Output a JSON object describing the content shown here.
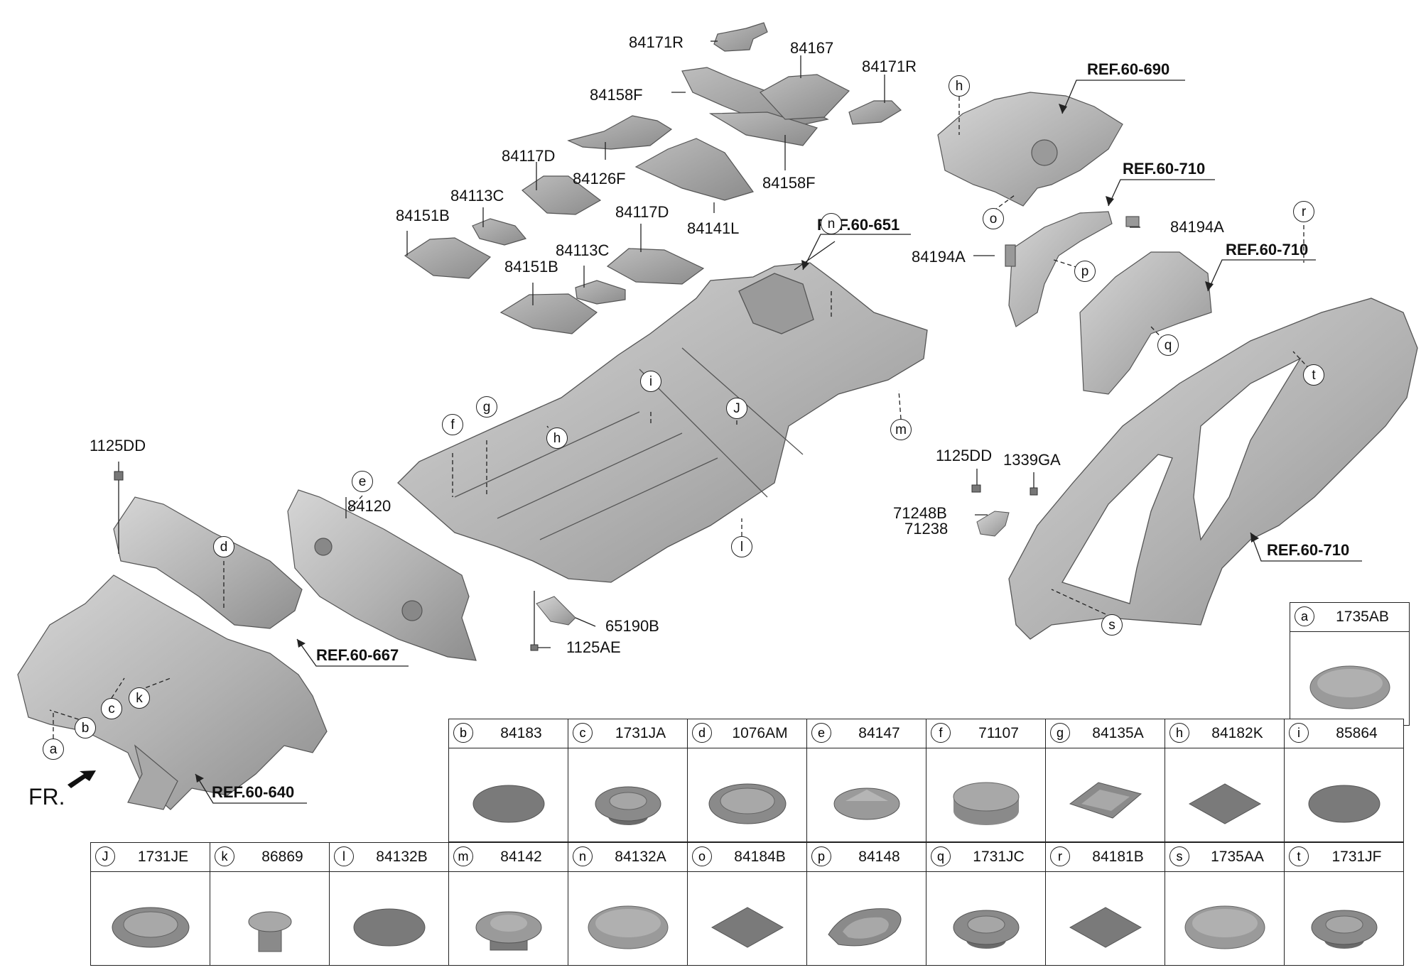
{
  "diagram": {
    "part_labels": [
      {
        "id": "84171R_top",
        "text": "84171R"
      },
      {
        "id": "84167",
        "text": "84167"
      },
      {
        "id": "84171R_right",
        "text": "84171R"
      },
      {
        "id": "84158F_left",
        "text": "84158F"
      },
      {
        "id": "84117D_top",
        "text": "84117D"
      },
      {
        "id": "84126F",
        "text": "84126F"
      },
      {
        "id": "84158F_right",
        "text": "84158F"
      },
      {
        "id": "84113C_top",
        "text": "84113C"
      },
      {
        "id": "84141L",
        "text": "84141L"
      },
      {
        "id": "84151B_top",
        "text": "84151B"
      },
      {
        "id": "84117D_mid",
        "text": "84117D"
      },
      {
        "id": "84113C_mid",
        "text": "84113C"
      },
      {
        "id": "84151B_mid",
        "text": "84151B"
      },
      {
        "id": "84194A_right",
        "text": "84194A"
      },
      {
        "id": "84194A_left",
        "text": "84194A"
      },
      {
        "id": "1125DD_left",
        "text": "1125DD"
      },
      {
        "id": "84120",
        "text": "84120"
      },
      {
        "id": "1125DD_right",
        "text": "1125DD"
      },
      {
        "id": "1339GA",
        "text": "1339GA"
      },
      {
        "id": "71248B",
        "text": "71248B"
      },
      {
        "id": "71238",
        "text": "71238"
      },
      {
        "id": "65190B",
        "text": "65190B"
      },
      {
        "id": "1125AE",
        "text": "1125AE"
      }
    ],
    "ref_labels": [
      {
        "id": "ref_690",
        "text": "REF.60-690"
      },
      {
        "id": "ref_710_a",
        "text": "REF.60-710"
      },
      {
        "id": "ref_710_b",
        "text": "REF.60-710"
      },
      {
        "id": "ref_651",
        "text": "REF.60-651"
      },
      {
        "id": "ref_710_c",
        "text": "REF.60-710"
      },
      {
        "id": "ref_667",
        "text": "REF.60-667"
      },
      {
        "id": "ref_640",
        "text": "REF.60-640"
      }
    ],
    "callouts": [
      "h",
      "o",
      "p",
      "q",
      "r",
      "t",
      "n",
      "i",
      "J",
      "g",
      "f",
      "h",
      "m",
      "e",
      "d",
      "l",
      "s",
      "c",
      "k",
      "b",
      "a"
    ],
    "direction_label": "FR."
  },
  "legend": {
    "items": [
      {
        "letter": "a",
        "part": "1735AB",
        "shape": "dome"
      },
      {
        "letter": "b",
        "part": "84183",
        "shape": "disc"
      },
      {
        "letter": "c",
        "part": "1731JA",
        "shape": "grommet"
      },
      {
        "letter": "d",
        "part": "1076AM",
        "shape": "ring-plug"
      },
      {
        "letter": "e",
        "part": "84147",
        "shape": "cone-plug"
      },
      {
        "letter": "f",
        "part": "71107",
        "shape": "cap"
      },
      {
        "letter": "g",
        "part": "84135A",
        "shape": "rect-plug"
      },
      {
        "letter": "h",
        "part": "84182K",
        "shape": "pad"
      },
      {
        "letter": "i",
        "part": "85864",
        "shape": "disc"
      },
      {
        "letter": "J",
        "part": "1731JE",
        "shape": "ring-plug"
      },
      {
        "letter": "k",
        "part": "86869",
        "shape": "clip"
      },
      {
        "letter": "l",
        "part": "84132B",
        "shape": "disc"
      },
      {
        "letter": "m",
        "part": "84142",
        "shape": "socket"
      },
      {
        "letter": "n",
        "part": "84132A",
        "shape": "dome"
      },
      {
        "letter": "o",
        "part": "84184B",
        "shape": "pad"
      },
      {
        "letter": "p",
        "part": "84148",
        "shape": "oval-plug"
      },
      {
        "letter": "q",
        "part": "1731JC",
        "shape": "grommet"
      },
      {
        "letter": "r",
        "part": "84181B",
        "shape": "pad"
      },
      {
        "letter": "s",
        "part": "1735AA",
        "shape": "dome"
      },
      {
        "letter": "t",
        "part": "1731JF",
        "shape": "grommet"
      }
    ]
  },
  "colors": {
    "part_fill": "#b8b8b8",
    "part_dark": "#8a8a8a",
    "plug_fill": "#7a7a7a",
    "line": "#222222"
  }
}
